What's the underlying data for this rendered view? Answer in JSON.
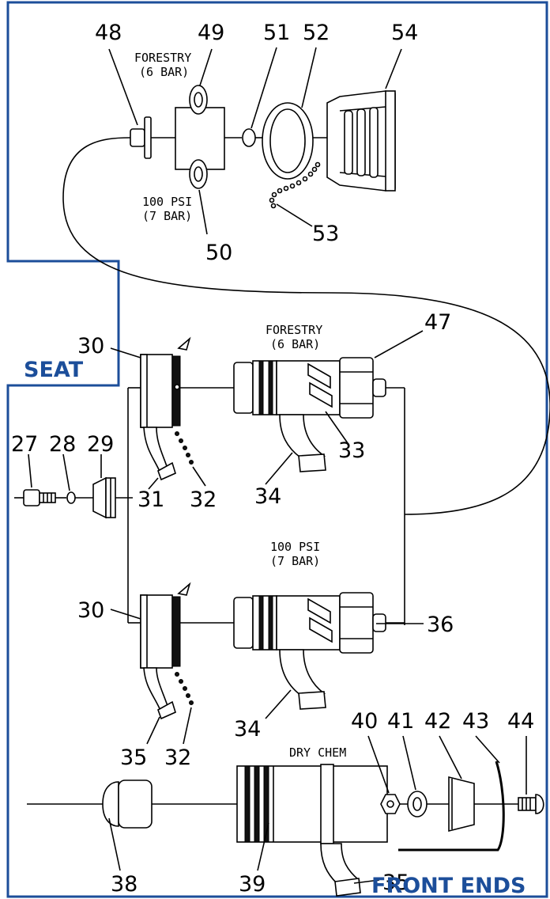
{
  "callouts": {
    "c48": "48",
    "c49": "49",
    "c51": "51",
    "c52": "52",
    "c54": "54",
    "c53": "53",
    "c50": "50",
    "c30a": "30",
    "c47": "47",
    "c33": "33",
    "c34a": "34",
    "c31": "31",
    "c32a": "32",
    "c27": "27",
    "c28": "28",
    "c29": "29",
    "c30b": "30",
    "c36": "36",
    "c34b": "34",
    "c35a": "35",
    "c32b": "32",
    "c40": "40",
    "c41": "41",
    "c42": "42",
    "c43": "43",
    "c44": "44",
    "c38": "38",
    "c39": "39",
    "c35b": "35"
  },
  "notes": {
    "forestry_top_1": "FORESTRY",
    "forestry_top_2": "(6 BAR)",
    "psi_top_1": "100 PSI",
    "psi_top_2": "(7 BAR)",
    "forestry_mid_1": "FORESTRY",
    "forestry_mid_2": "(6 BAR)",
    "psi_mid_1": "100 PSI",
    "psi_mid_2": "(7 BAR)",
    "dry_chem": "DRY CHEM"
  },
  "section_tags": {
    "seat": "SEAT",
    "front_ends": "FRONT ENDS"
  },
  "colors": {
    "frame": "#1c4e9a",
    "ink": "#000000"
  }
}
